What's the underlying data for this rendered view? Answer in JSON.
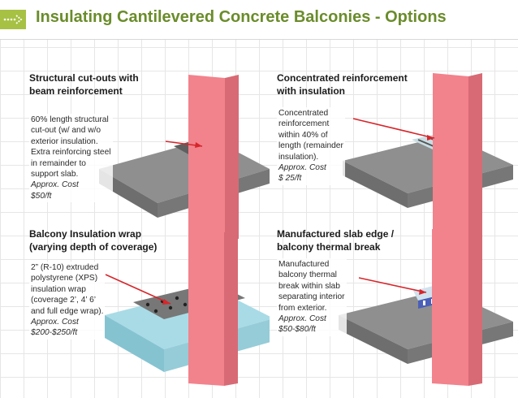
{
  "header": {
    "title": "Insulating Cantilevered Concrete Balconies - Options"
  },
  "panels": {
    "p1": {
      "title": "Structural cut-outs with\nbeam reinforcement",
      "description": "60% length structural\ncut-out (w/ and w/o\nexterior insulation.\nExtra reinforcing steel\nin remainder to\nsupport slab.",
      "cost": "Approx.  Cost\n$50/ft"
    },
    "p2": {
      "title": "Concentrated reinforcement\nwith insulation",
      "description": "Concentrated\nreinforcement\nwithin 40% of\nlength (remainder\ninsulation).",
      "cost": "Approx. Cost\n$ 25/ft"
    },
    "p3": {
      "title": "Balcony Insulation wrap\n(varying depth of coverage)",
      "description": "2” (R-10) extruded\npolystyrene (XPS)\ninsulation wrap\n(coverage 2’, 4’ 6’\nand full edge wrap).",
      "cost": "Approx.  Cost\n$200-$250/ft"
    },
    "p4": {
      "title": "Manufactured slab edge /\nbalcony  thermal break",
      "description": "Manufactured\nbalcony thermal\nbreak within slab\nseparating interior\nfrom exterior.",
      "cost": "Approx. Cost\n$50-$80/ft"
    }
  },
  "colors": {
    "accent": "#6a8c2a",
    "icon": "#a6c144",
    "wall": "#f2828c",
    "slab": "#8a8a8a",
    "insulation": "#a9dbe6",
    "arrow": "#d6262b"
  },
  "icons": {
    "header": "dotted-arrow-icon"
  }
}
